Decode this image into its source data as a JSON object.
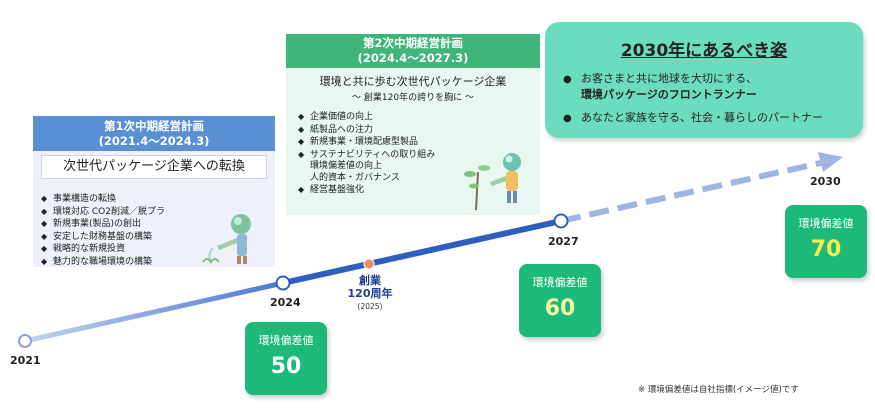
{
  "plan1": {
    "title": "第1次中期経営計画",
    "period": "(2021.4～2024.3)",
    "theme": "次世代パッケージ企業への転換",
    "bullets": [
      "事業構造の転換",
      "環境対応 CO2削減／脱プラ",
      "新規事業(製品)の創出",
      "安定した財務基盤の構築",
      "戦略的な新規投資",
      "魅力的な職場環境の構築"
    ]
  },
  "plan2": {
    "title": "第2次中期経営計画",
    "period": "(2024.4～2027.3)",
    "theme": "環境と共に歩む次世代パッケージ企業",
    "subtheme": "～ 創業120年の誇りを胸に ～",
    "bullets": [
      "企業価値の向上",
      "紙製品への注力",
      "新規事業・環境配慮型製品",
      "サステナビリティへの取り組み"
    ],
    "bullet_cont": [
      "環境偏差値の向上",
      "人的資本・ガバナンス"
    ],
    "bullet_last": "経営基盤強化"
  },
  "vision": {
    "title": "2030年にあるべき姿",
    "item1_line1": "お客さまと共に地球を大切にする、",
    "item1_line2": "環境パッケージのフロントランナー",
    "item2": "あなたと家族を守る、社会・暮らしのパートナー"
  },
  "timeline": {
    "years": [
      "2021",
      "2024",
      "2027",
      "2030"
    ],
    "anniversary_line1": "創業",
    "anniversary_line2": "120周年",
    "anniversary_year": "(2025)"
  },
  "scores": {
    "label": "環境偏差値",
    "values": [
      "50",
      "60",
      "70"
    ]
  },
  "note": "※ 環境偏差値は自社指標(イメージ値)です",
  "colors": {
    "plan1_header": "#5b8fd4",
    "plan2_header": "#3fb57a",
    "vision_bg": "#6cdcbf",
    "score_bg": "#1cb97a",
    "score_60": "#f2f7a0",
    "score_70": "#f3ee4a",
    "line_solid": "#2e5fbf",
    "line_faded": "#9fb4e3"
  }
}
